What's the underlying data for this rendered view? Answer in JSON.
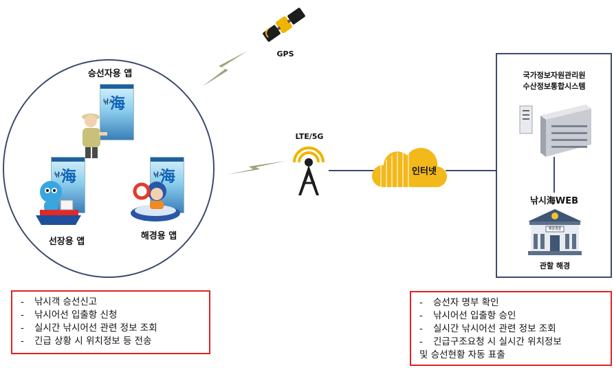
{
  "satellite_label": "GPS",
  "tower_label": "LTE/5G",
  "cloud_label": "인터넷",
  "apps": {
    "passenger": "승선자용 앱",
    "captain": "선장용 앱",
    "coastguard": "해경용 앱"
  },
  "phone": {
    "brand_small": "낚시",
    "brand_big": "海"
  },
  "server": {
    "title_line1": "국가정보자원관리원",
    "title_line2": "수산정보통합시스템",
    "web_label": "낚시海WEB",
    "police_label": "관할 해경",
    "police_sign": "해양경찰"
  },
  "left_note": [
    "낚시객 승선신고",
    "낚시어선 입출항 신청",
    "실시간 낚시어선 관련 정보 조회",
    "긴급 상황 시 위치정보 등 전송"
  ],
  "right_note": [
    "승선자 명부 확인",
    "낚시어선 입출항 승인",
    "실시간 낚시어선 관련 정보 조회",
    "긴급구조요청 시 실시간 위치정보"
  ],
  "right_note_cont": "및 승선현황 자동 표출",
  "dash": "-",
  "colors": {
    "accent_red": "#e02020",
    "frame": "#3b4a6b",
    "cloud": "#f3b81a",
    "signal": "#9aa37a"
  }
}
